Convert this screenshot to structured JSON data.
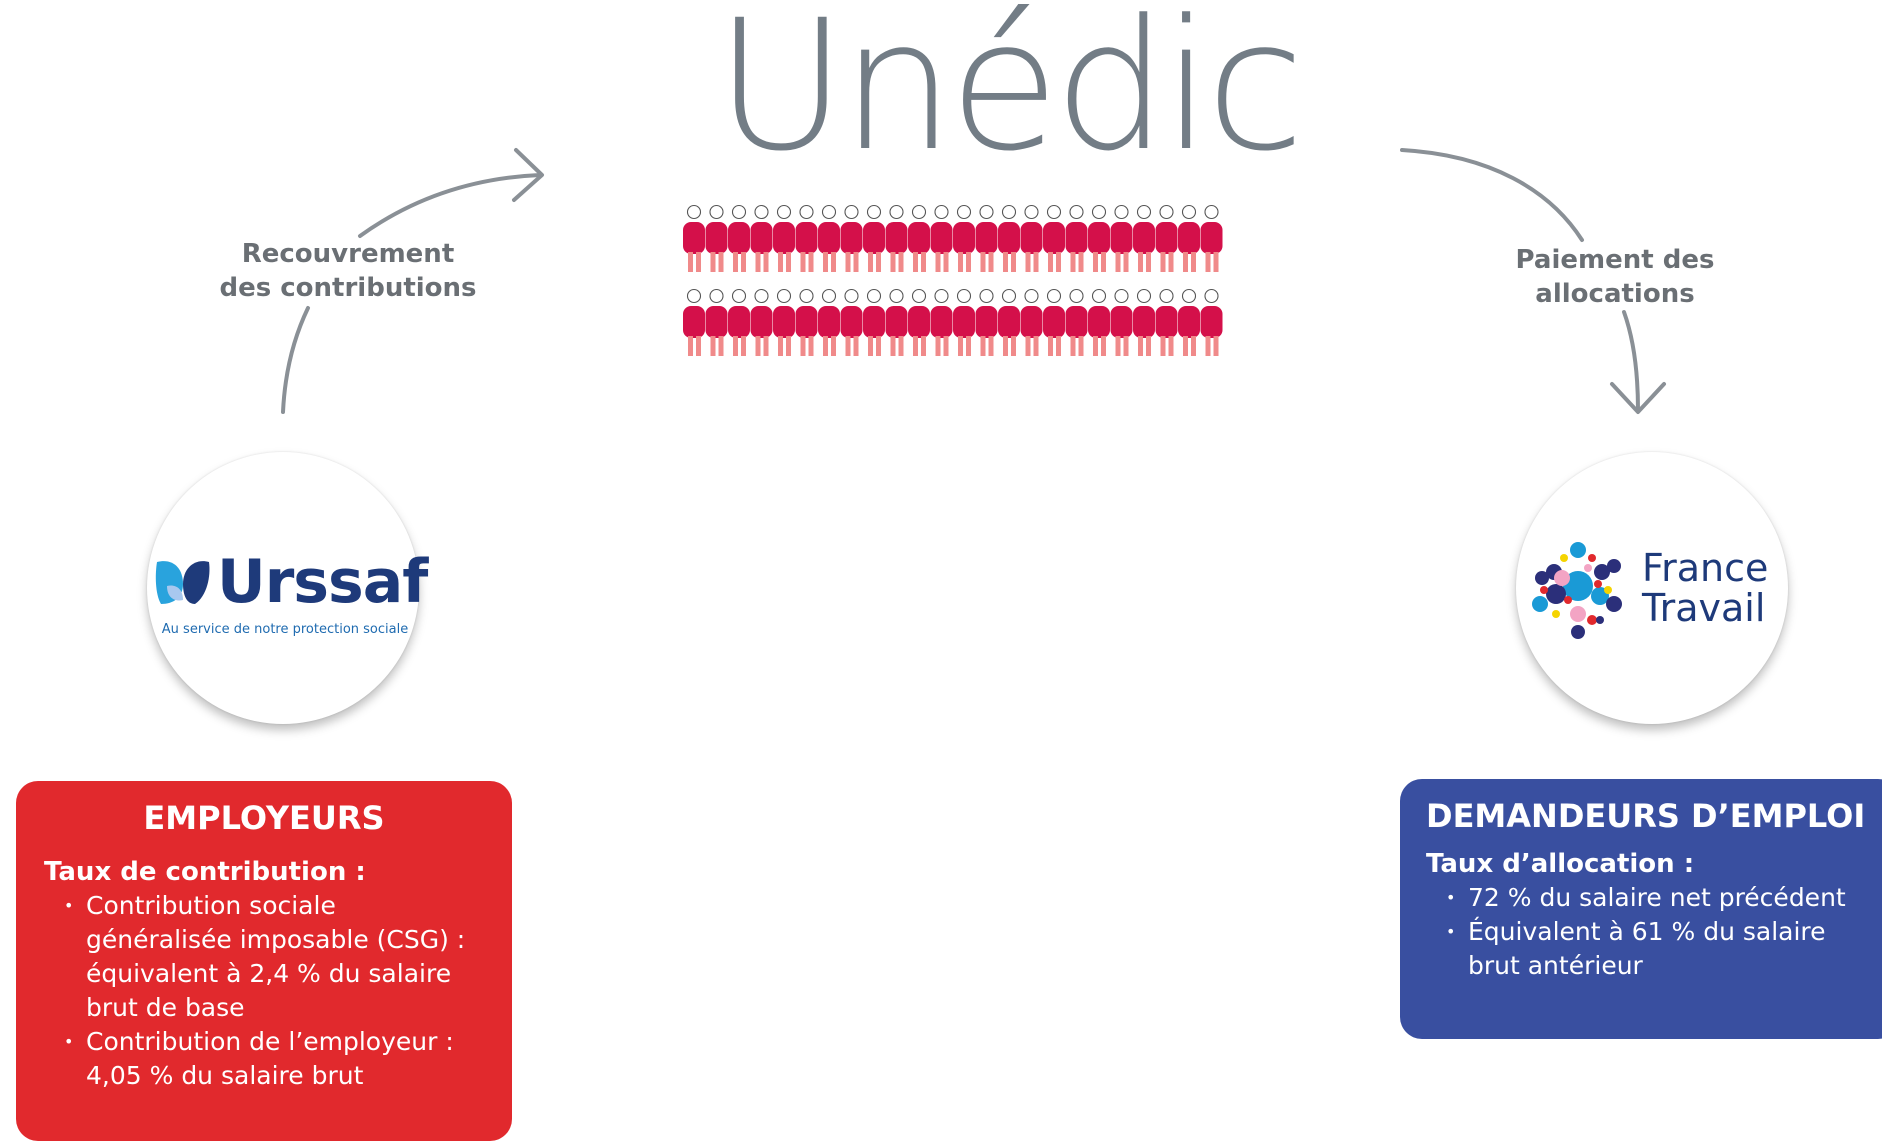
{
  "title": "Unédic",
  "flows": {
    "left_label": [
      "Recouvrement",
      "des contributions"
    ],
    "right_label": [
      "Paiement des",
      "allocations"
    ]
  },
  "urssaf": {
    "name": "Urssaf",
    "tagline": "Au service de notre protection sociale"
  },
  "france_travail": {
    "line1": "France",
    "line2": "Travail"
  },
  "employeurs": {
    "title": "EMPLOYEURS",
    "subtitle": "Taux de contribution :",
    "items": [
      "Contribution sociale généralisée imposable (CSG) : équivalent à 2,4 % du salaire brut de base",
      "Contribution de l’employeur : 4,05 % du salaire brut"
    ]
  },
  "demandeurs": {
    "title": "DEMANDEURS D’EMPLOI",
    "subtitle": "Taux d’allocation :",
    "items": [
      "72 % du salaire net précédent",
      "Équivalent à 61 % du salaire brut antérieur"
    ]
  },
  "colors": {
    "accent_red": "#e1292d",
    "accent_blue": "#394fa0",
    "crowd_body": "#d4104a",
    "crowd_legs": "#f08a8a",
    "title_gray": "#737d86"
  },
  "icons": [
    "crowd-icon",
    "urssaf-logo",
    "france-travail-logo",
    "curved-arrow-icon"
  ]
}
